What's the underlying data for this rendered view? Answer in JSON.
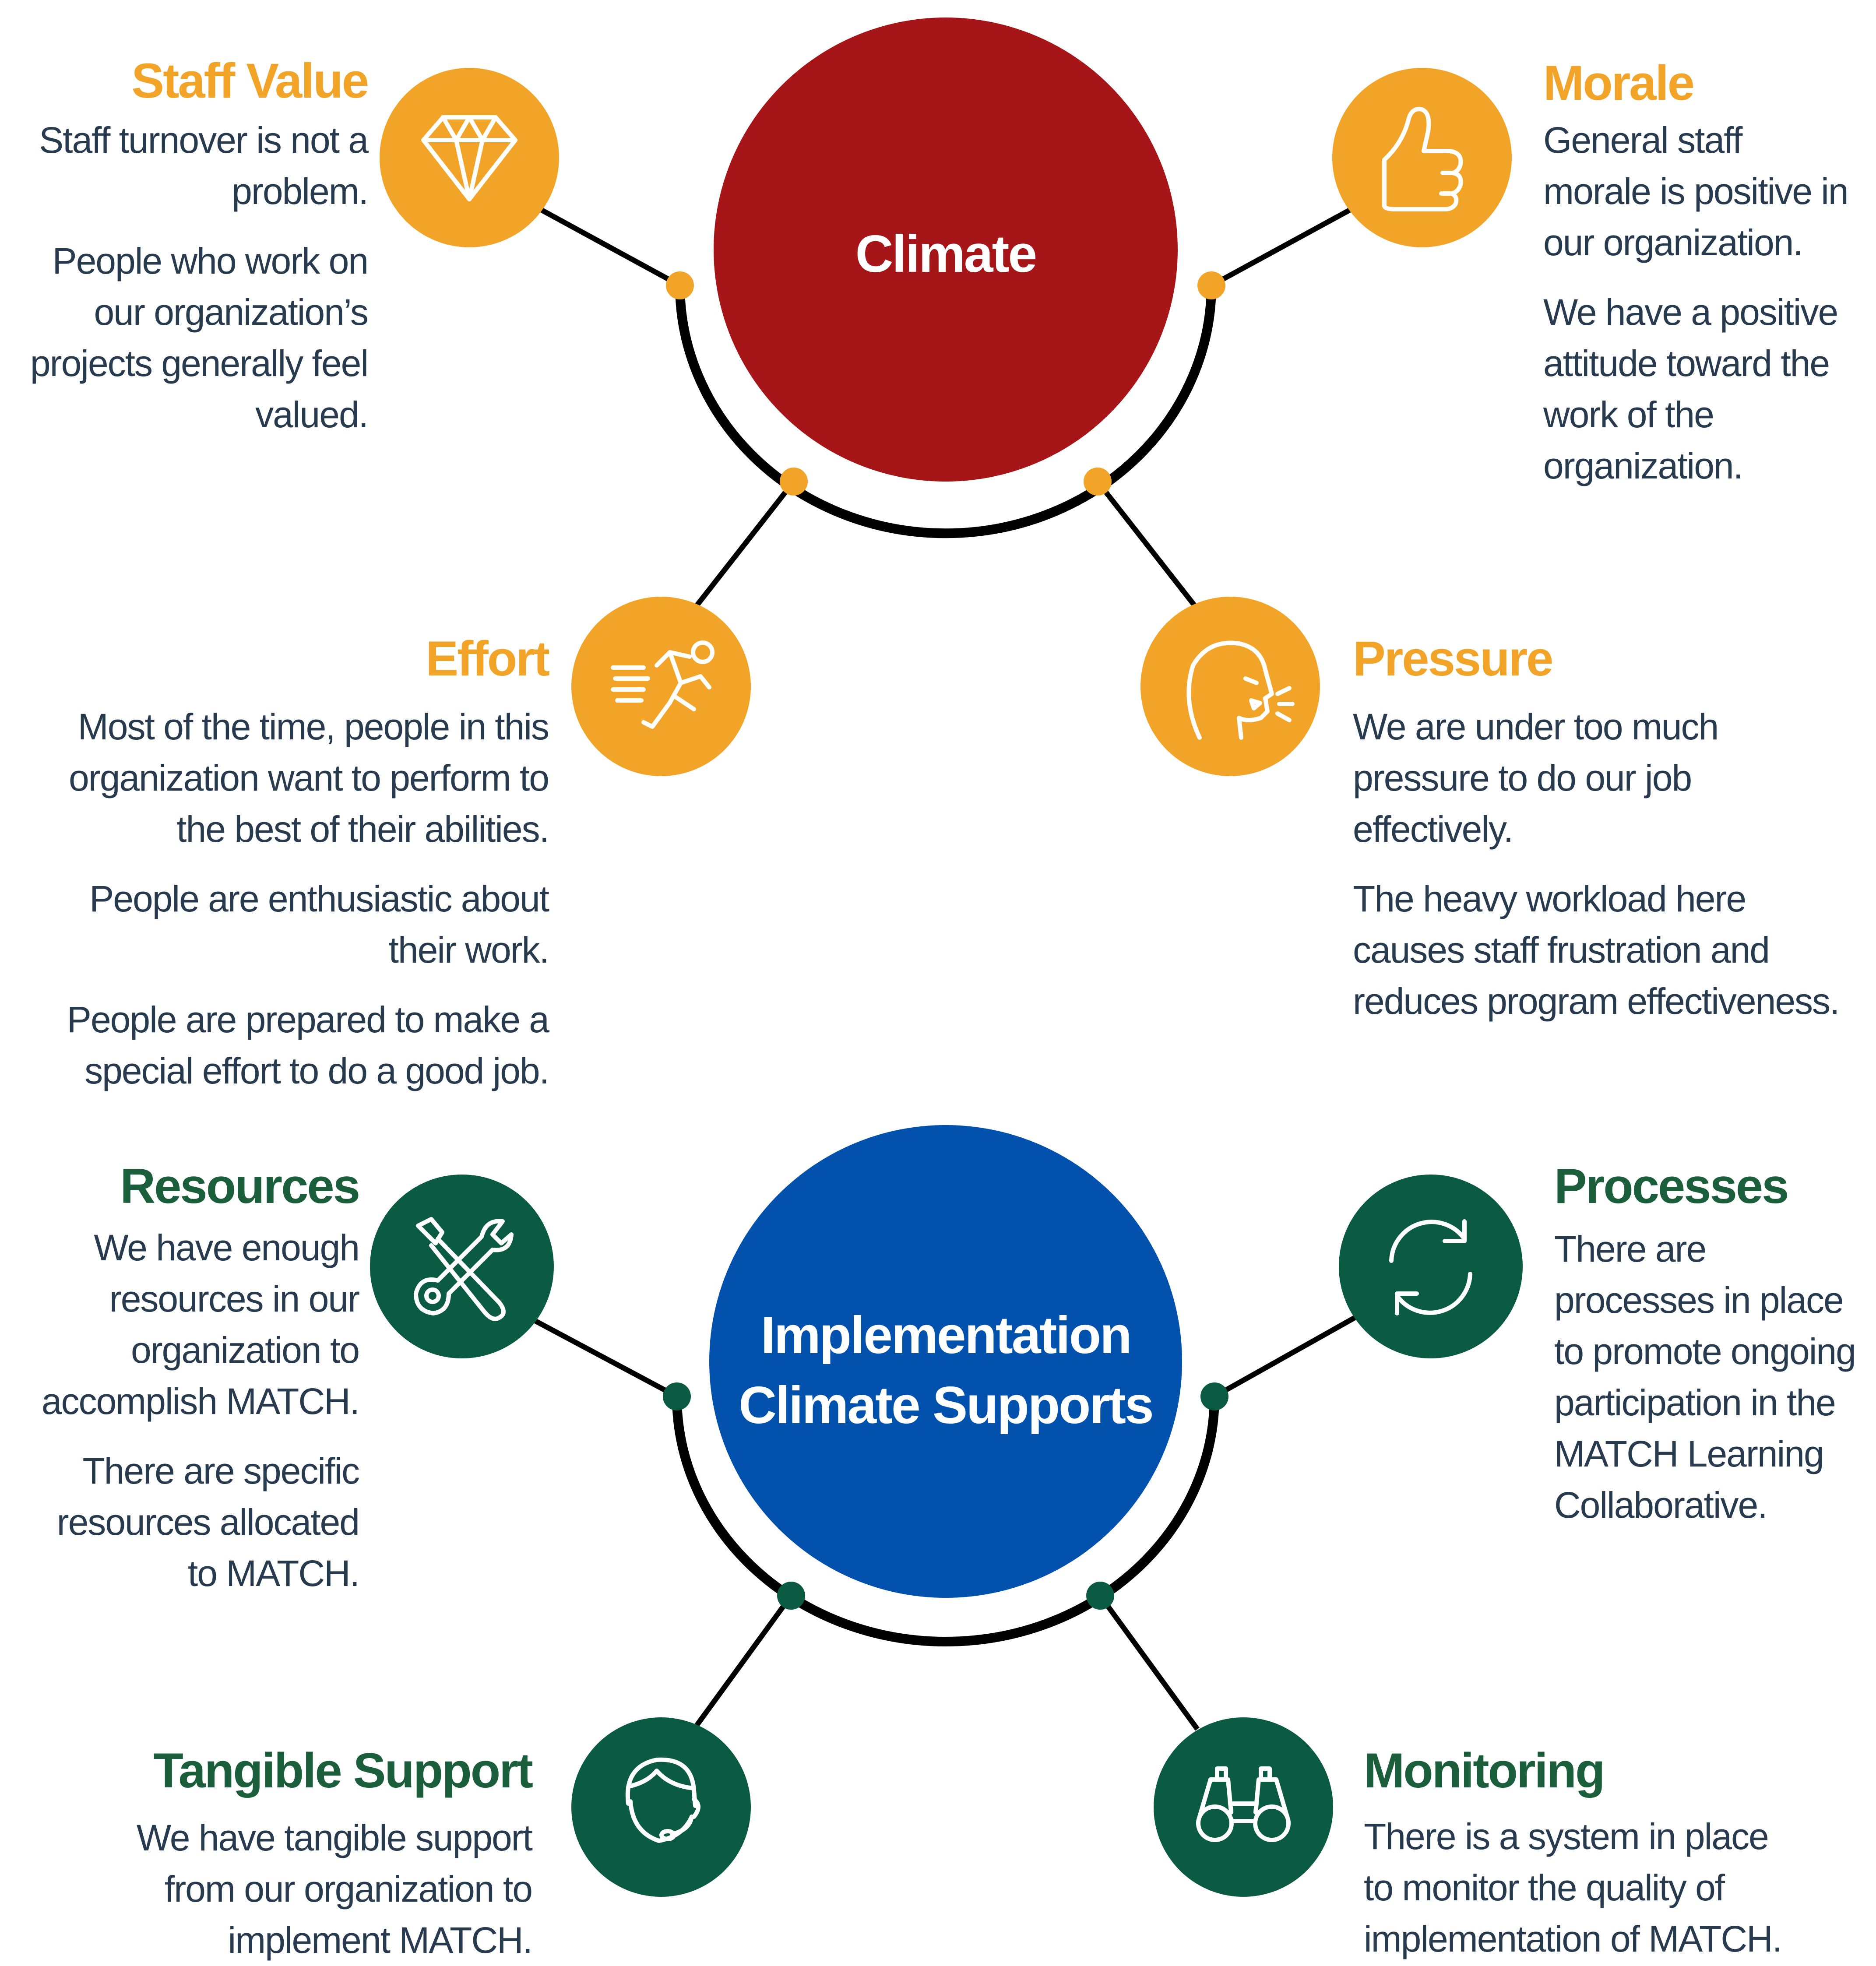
{
  "diagram": {
    "climate": {
      "title": "Climate",
      "color": "#A61517",
      "accent": "#F2A429",
      "nodes": {
        "staff_value": {
          "title": "Staff Value",
          "icon": "diamond-icon",
          "paragraphs": [
            "Staff turnover is not a problem.",
            "People who work on our organization’s projects generally feel valued."
          ]
        },
        "morale": {
          "title": "Morale",
          "icon": "thumbs-up-icon",
          "paragraphs": [
            "General staff morale is positive in our organization.",
            "We have a positive attitude toward the work of the organization."
          ]
        },
        "effort": {
          "title": "Effort",
          "icon": "running-person-icon",
          "paragraphs": [
            "Most of the time, people in this organization want to perform to the best of their abilities.",
            "People are enthusiastic about their work.",
            "People are prepared to make a special effort to do a good job."
          ]
        },
        "pressure": {
          "title": "Pressure",
          "icon": "shouting-head-icon",
          "paragraphs": [
            "We are under too much pressure to do our job effectively.",
            "The heavy workload here causes staff frustration and reduces program effectiveness."
          ]
        }
      }
    },
    "supports": {
      "title_line1": "Implementation",
      "title_line2": "Climate Supports",
      "color": "#0251AD",
      "accent": "#0B5B43",
      "nodes": {
        "resources": {
          "title": "Resources",
          "icon": "wrench-screwdriver-icon",
          "paragraphs": [
            "We have enough resources in our organization to accomplish MATCH.",
            "There are specific resources allocated to MATCH."
          ]
        },
        "processes": {
          "title": "Processes",
          "icon": "refresh-cycle-icon",
          "paragraphs": [
            "There are processes in place to promote ongoing participation in the MATCH Learning Collaborative."
          ]
        },
        "tangible_support": {
          "title": "Tangible Support",
          "icon": "headset-person-icon",
          "paragraphs": [
            "We have tangible support from our organization to implement MATCH."
          ]
        },
        "monitoring": {
          "title": "Monitoring",
          "icon": "binoculars-icon",
          "paragraphs": [
            "There is a system in place to monitor the quality of implementation of MATCH."
          ]
        }
      }
    }
  }
}
